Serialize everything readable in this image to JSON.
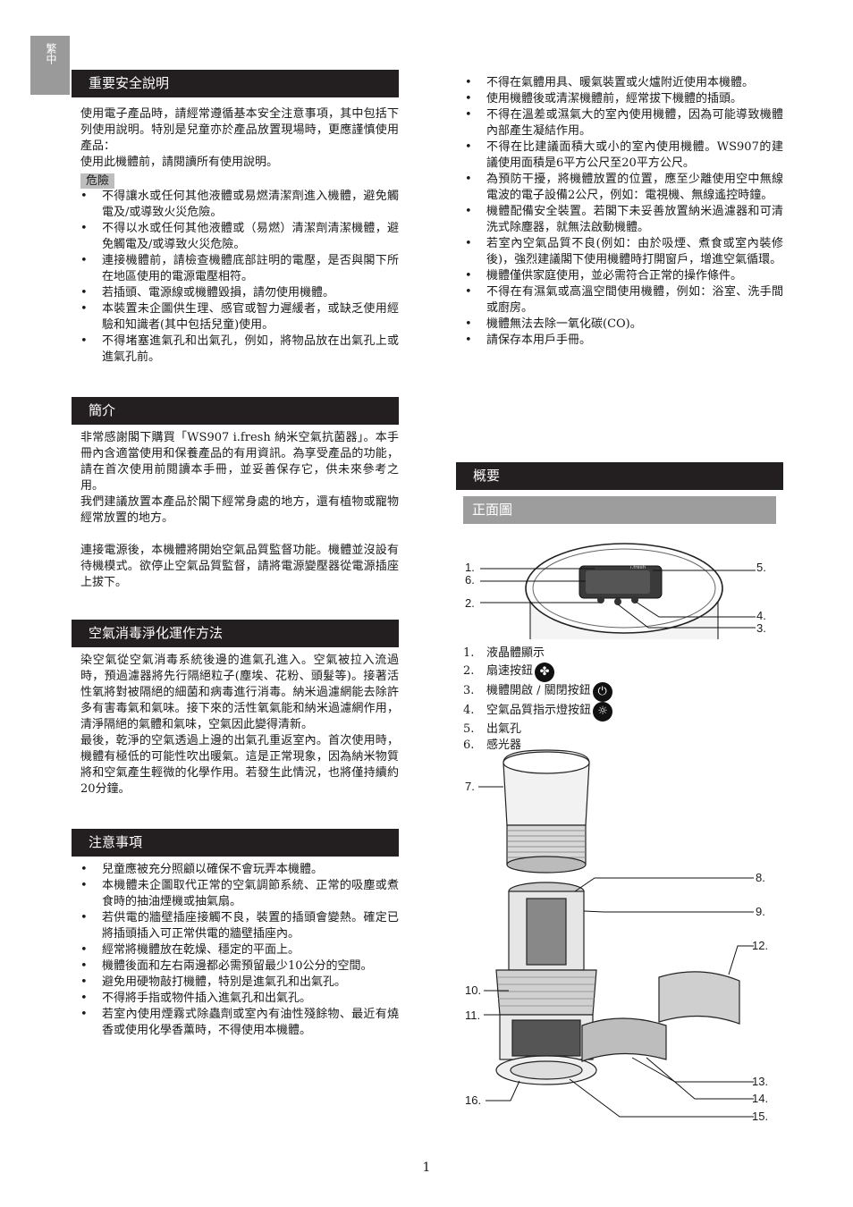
{
  "lang_tab": "繁中",
  "page_number": "1",
  "left": {
    "safety": {
      "title": "重要安全說明",
      "intro": "使用電子產品時，請經常遵循基本安全注意事項，其中包括下列使用說明。特別是兒童亦於產品放置現場時，更應謹慎使用產品：",
      "intro2": "使用此機體前，請閱讀所有使用說明。",
      "danger": "危險",
      "items": [
        "不得讓水或任何其他液體或易燃清潔劑進入機體，避免觸電及/或導致火災危險。",
        "不得以水或任何其他液體或（易燃）清潔劑清潔機體，避免觸電及/或導致火災危險。",
        "連接機體前，請檢查機體底部註明的電壓，是否與閣下所在地區使用的電源電壓相符。",
        "若插頭、電源線或機體毀損，請勿使用機體。",
        "本裝置未企圖供生理、感官或智力遲緩者，或缺乏使用經驗和知識者(其中包括兒童)使用。",
        "不得堵塞進氣孔和出氣孔，例如，將物品放在出氣孔上或進氣孔前。"
      ]
    },
    "intro_section": {
      "title": "簡介",
      "p1": "非常感謝閣下購買「WS907 i.fresh 納米空氣抗菌器」。本手冊內含適當使用和保養產品的有用資訊。為享受產品的功能，請在首次使用前閱讀本手冊，並妥善保存它，供未來參考之用。",
      "p2": "我們建議放置本產品於閣下經常身處的地方，還有植物或寵物經常放置的地方。",
      "p3": "連接電源後，本機體將開始空氣品質監督功能。機體並沒設有待機模式。欲停止空氣品質監督，請將電源變壓器從電源插座上拔下。"
    },
    "method": {
      "title": "空氣消毒淨化運作方法",
      "p1": "染空氣從空氣消毒系統後邊的進氣孔進入。空氣被拉入流過時，預過濾器將先行隔絕粒子(塵埃、花粉、頭髮等)。接著活性氧將對被隔絕的細菌和病毒進行消毒。納米過濾網能去除許多有害毒氣和氣味。接下來的活性氧氣能和納米過濾網作用，清淨隔絕的氣體和氣味，空氣因此變得清新。",
      "p2": "最後，乾淨的空氣透過上邊的出氣孔重返室內。首次使用時，機體有極低的可能性吹出暖氣。這是正常現象，因為納米物質將和空氣產生輕微的化學作用。若發生此情況，也將僅持續約20分鐘。"
    },
    "notes": {
      "title": "注意事項",
      "items": [
        "兒童應被充分照顧以確保不會玩弄本機體。",
        "本機體未企圖取代正常的空氣調節系統、正常的吸塵或煮食時的抽油煙機或抽氣扇。",
        "若供電的牆壁插座接觸不良，裝置的插頭會變熱。確定已將插頭插入可正常供電的牆壁插座內。",
        "經常將機體放在乾燥、穩定的平面上。",
        "機體後面和左右兩邊都必需預留最少10公分的空間。",
        "避免用硬物敲打機體，特別是進氣孔和出氣孔。",
        "不得將手指或物件插入進氣孔和出氣孔。",
        "若室內使用煙霧式除蟲劑或室內有油性殘餘物、最近有燒香或使用化學香薰時，不得使用本機體。"
      ]
    }
  },
  "right": {
    "notes_cont": [
      "不得在氣體用具、暖氣裝置或火爐附近使用本機體。",
      "使用機體後或清潔機體前，經常拔下機體的插頭。",
      "不得在溫差或濕氣大的室內使用機體，因為可能導致機體內部產生凝結作用。",
      "不得在比建議面積大或小的室內使用機體。WS907的建議使用面積是6平方公尺至20平方公尺。",
      "為預防干擾，將機體放置的位置，應至少離使用空中無線電波的電子設備2公尺，例如：電視機、無線遙控時鐘。",
      "機體配備安全裝置。若閣下未妥善放置納米過濾器和可清洗式除塵器，就無法啟動機體。",
      "若室內空氣品質不良(例如：由於吸煙、煮食或室內裝修後)，強烈建議閣下使用機體時打開窗戶，增進空氣循環。",
      "機體僅供家庭使用，並必需符合正常的操作條件。",
      "不得在有濕氣或高溫空間使用機體，例如：浴室、洗手間或廚房。",
      "機體無法去除一氧化碳(CO)。",
      "請保存本用戶手冊。"
    ],
    "overview": {
      "title": "概要",
      "front_title": "正面圖",
      "legend": [
        {
          "num": "1.",
          "text": "液晶體顯示",
          "icon": ""
        },
        {
          "num": "2.",
          "text": "扇速按鈕",
          "icon": "fan-icon"
        },
        {
          "num": "3.",
          "text": "機體開啟 / 關閉按鈕",
          "icon": "power-icon"
        },
        {
          "num": "4.",
          "text": "空氣品質指示燈按鈕",
          "icon": "light-icon"
        },
        {
          "num": "5.",
          "text": "出氣孔",
          "icon": ""
        },
        {
          "num": "6.",
          "text": "感光器",
          "icon": ""
        }
      ],
      "callouts_top": [
        "1.",
        "6.",
        "2.",
        "5.",
        "4.",
        "3."
      ],
      "callouts_bottom": [
        "7.",
        "8.",
        "9.",
        "12.",
        "10.",
        "11.",
        "13.",
        "14.",
        "16.",
        "15."
      ],
      "display_brand": "i.fresh"
    }
  }
}
